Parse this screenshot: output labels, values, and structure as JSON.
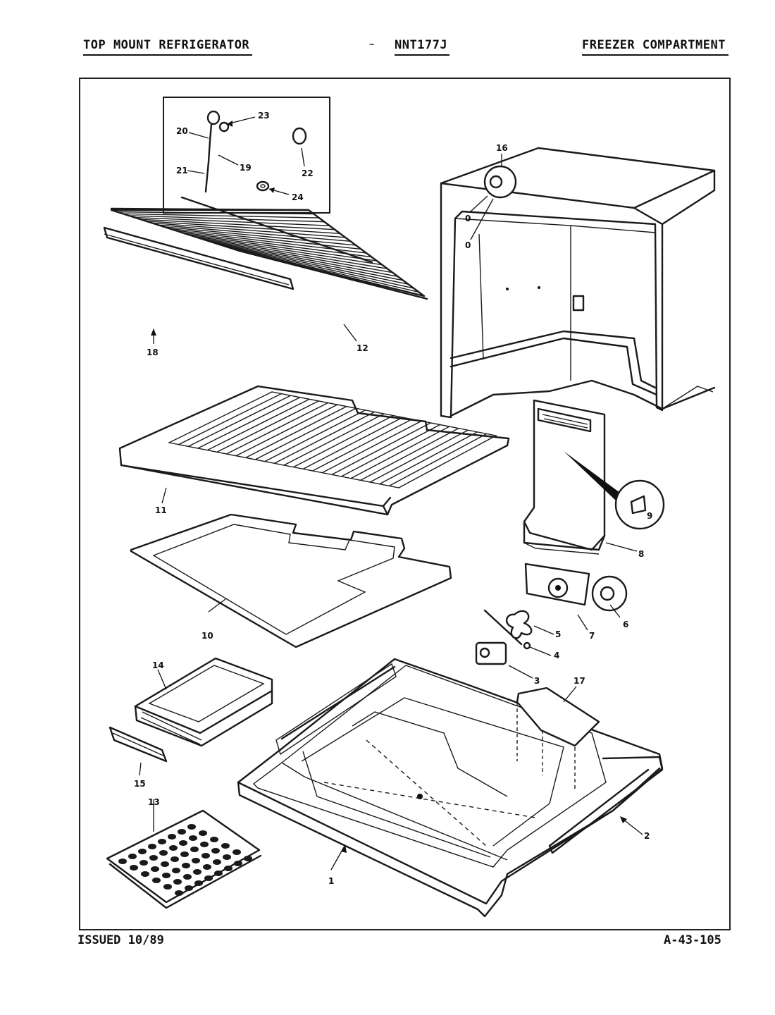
{
  "header": {
    "left_title": "TOP MOUNT REFRIGERATOR",
    "model": "NNT177J",
    "right_title": "FREEZER COMPARTMENT"
  },
  "footer": {
    "issued": "ISSUED 10/89",
    "doc_code": "A-43-105"
  },
  "diagram": {
    "callouts": [
      "1",
      "2",
      "3",
      "4",
      "5",
      "6",
      "7",
      "8",
      "9",
      "10",
      "11",
      "12",
      "13",
      "14",
      "15",
      "16",
      "17",
      "18",
      "19",
      "20",
      "21",
      "22",
      "23",
      "24"
    ],
    "detail_marks": [
      "0",
      "0"
    ]
  }
}
